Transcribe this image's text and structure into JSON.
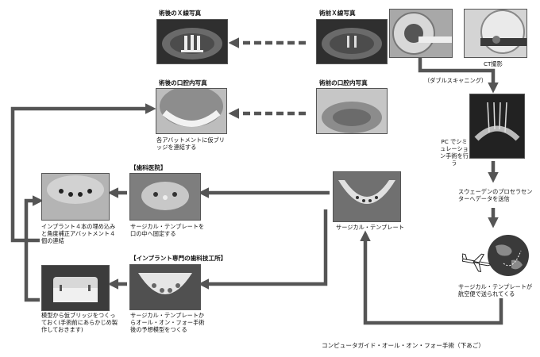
{
  "colors": {
    "arrow": "#555555",
    "photo_dark": "#3a3a3a",
    "photo_mid": "#8a8a8a",
    "photo_light": "#d6d6d6"
  },
  "labels": {
    "post_xray": "術後のＸ線写真",
    "pre_xray": "術前Ｘ線写真",
    "post_intraoral": "術後の口腔内写真",
    "pre_intraoral": "術前の口腔内写真",
    "abutment_bridge": "各アバットメントに仮ブリッジを連結する",
    "ct": "CT撮影",
    "double_scan": "（ダブルスキャニング）",
    "pc_sim": "PC でシミュレーション手術を行う",
    "send_sweden": "スウェーデンのプロセラセンターへデータを送信",
    "dental_clinic": "【歯科医院】",
    "fix_template": "サージカル・テンプレートを口の中へ固定する",
    "implant_connect": "インプラント４本の埋め込みと角度補正アバットメント４個の連結",
    "surgical_template": "サージカル・テンプレート",
    "dental_lab": "【インプラント専門の歯科技工所】",
    "model_bridge": "模型から仮ブリッジをつくっておく(手術前にあらかじめ製作しておきます)",
    "template_model": "サージカル・テンプレートからオール・オン・フォー手術後の予想模型をつくる",
    "air_shipped": "サージカル・テンプレートが航空便で送られてくる",
    "caption": "コンピュータガイド・オール・オン・フォー手術（下あご）"
  },
  "icons": [
    "xray-photo",
    "ct-scanner-photo",
    "mouth-photo",
    "pc-screen-photo",
    "airplane-icon",
    "globe-icon",
    "template-photo",
    "model-photo"
  ]
}
